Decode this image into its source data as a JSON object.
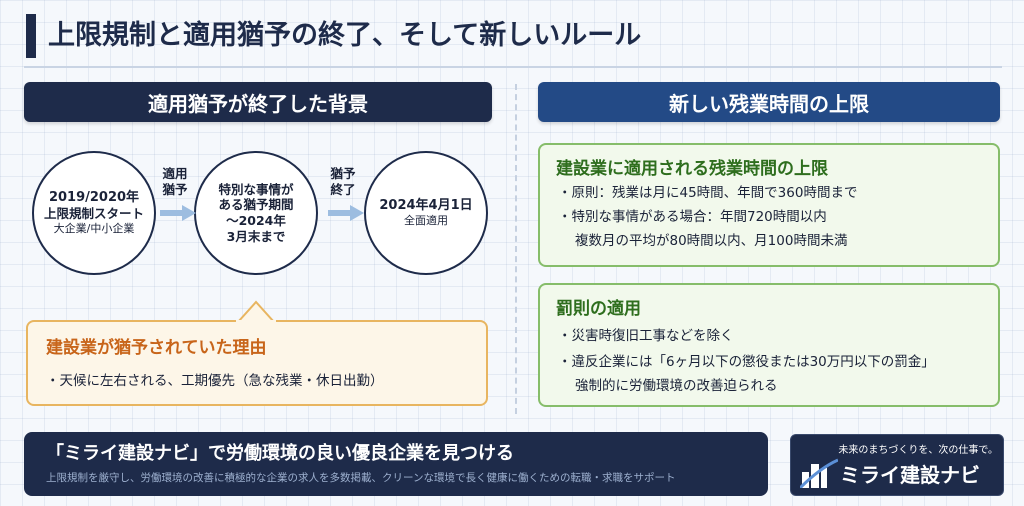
{
  "title": "上限規制と適用猶予の終了、そして新しいルール",
  "left_section": {
    "header": "適用猶予が終了した背景",
    "timeline": [
      {
        "line1": "2019/2020年",
        "line2": "上限規制スタート",
        "line3": "大企業/中小企業"
      },
      {
        "line1": "特別な事情が",
        "line2": "ある猶予期間",
        "line3": "〜2024年",
        "line4": "3月末まで"
      },
      {
        "line1": "2024年4月1日",
        "line2": "全面適用"
      }
    ],
    "arrows": [
      {
        "line1": "適用",
        "line2": "猶予"
      },
      {
        "line1": "猶予",
        "line2": "終了"
      }
    ],
    "reason": {
      "title": "建設業が猶予されていた理由",
      "text": "・天候に左右される、工期優先（急な残業・休日出勤）"
    }
  },
  "right_section": {
    "header": "新しい残業時間の上限",
    "overtime_box": {
      "title": "建設業に適用される残業時間の上限",
      "line1": "・原則：残業は月に45時間、年間で360時間まで",
      "line2": "・特別な事情がある場合：年間720時間以内",
      "line3": "複数月の平均が80時間以内、月100時間未満"
    },
    "penalty_box": {
      "title": "罰則の適用",
      "line1": "・災害時復旧工事などを除く",
      "line2": "・違反企業には「6ヶ月以下の懲役または30万円以下の罰金」",
      "line3": "強制的に労働環境の改善迫られる"
    }
  },
  "banner": {
    "headline": "「ミライ建設ナビ」で労働環境の良い優良企業を見つける",
    "sub": "上限規制を厳守し、労働環境の改善に積極的な企業の求人を多数掲載、クリーンな環境で長く健康に働くための転職・求職をサポート"
  },
  "logo": {
    "tagline": "未来のまちづくりを、次の仕事で。",
    "name": "ミライ建設ナビ",
    "icon": "city-buildings-icon"
  },
  "colors": {
    "navy": "#1e2b4a",
    "blue": "#234a86",
    "orange_accent": "#c8651a",
    "green_accent": "#2e6e1e"
  }
}
